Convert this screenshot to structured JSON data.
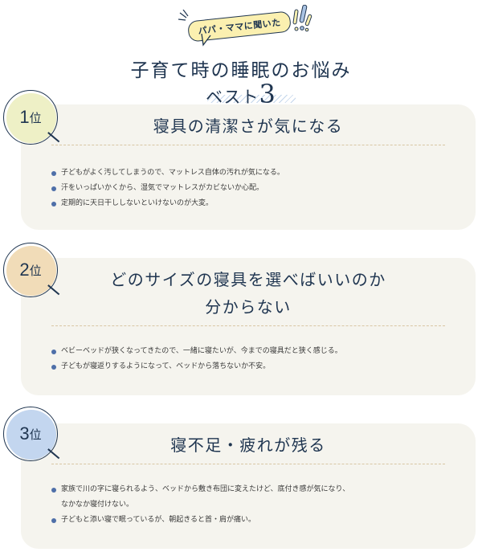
{
  "header": {
    "bubble_label": "パパ・ママに聞いた",
    "title": "子育て時の睡眠のお悩み",
    "subtitle_prefix": "ベスト",
    "subtitle_number": "3"
  },
  "colors": {
    "text_navy": "#1f3550",
    "card_bg": "#f5f4ee",
    "bullet": "#4e6fa8",
    "divider": "#d8c6a4",
    "bubble_yellow": "#fbf0b0",
    "rank1": "#eef0c6",
    "rank2": "#f1dcb8",
    "rank3": "#c3d6ef"
  },
  "rankings": [
    {
      "rank_number": "1",
      "rank_unit": "位",
      "title": "寝具の清潔さが気になる",
      "items": [
        "子どもがよく汚してしまうので、マットレス自体の汚れが気になる。",
        "汗をいっぱいかくから、湿気でマットレスがカビないか心配。",
        "定期的に天日干ししないといけないのが大変。"
      ]
    },
    {
      "rank_number": "2",
      "rank_unit": "位",
      "title_line1": "どのサイズの寝具を選べばいいのか",
      "title_line2": "分からない",
      "items": [
        "ベビーベッドが狭くなってきたので、一緒に寝たいが、今までの寝具だと狭く感じる。",
        "子どもが寝返りするようになって、ベッドから落ちないか不安。"
      ]
    },
    {
      "rank_number": "3",
      "rank_unit": "位",
      "title": "寝不足・疲れが残る",
      "items": [
        "家族で川の字に寝られるよう、ベッドから敷き布団に変えたけど、底付き感が気になり、",
        "なかなか寝付けない。",
        "子どもと添い寝で眠っているが、朝起きると首・肩が痛い。"
      ]
    }
  ]
}
